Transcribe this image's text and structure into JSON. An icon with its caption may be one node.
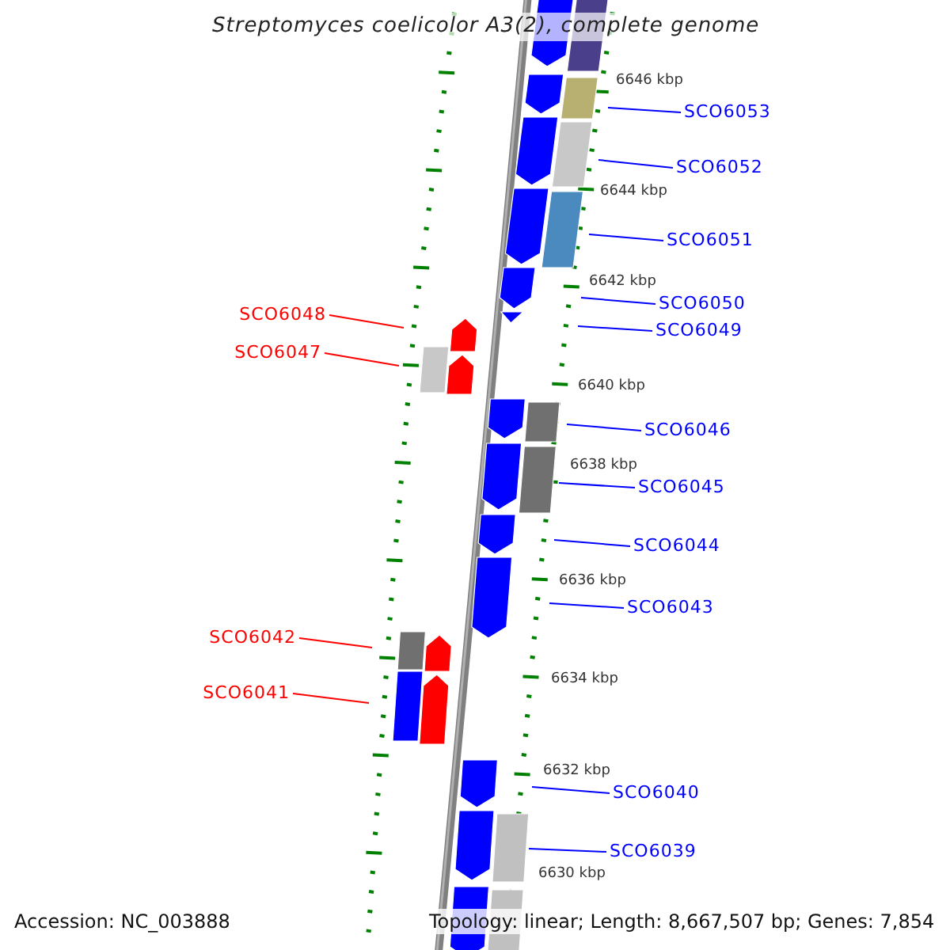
{
  "diagram": {
    "title": "Streptomyces coelicolor A3(2), complete genome",
    "nodes": [
      {
        "text": [
          "SCO6053"
        ]
      },
      {
        "text": [
          "SCO6052"
        ]
      },
      {
        "text": [
          "SCO6051"
        ]
      },
      {
        "text": [
          "SCO6050"
        ]
      },
      {
        "text": [
          "SCO6049"
        ]
      },
      {
        "text": [
          "SCO6048"
        ]
      },
      {
        "text": [
          "SCO6047"
        ]
      },
      {
        "text": [
          "SCO6046"
        ]
      },
      {
        "text": [
          "SCO6045"
        ]
      },
      {
        "text": [
          "SCO6044"
        ]
      },
      {
        "text": [
          "SCO6043"
        ]
      },
      {
        "text": [
          "SCO6042"
        ]
      },
      {
        "text": [
          "SCO6041"
        ]
      },
      {
        "text": [
          "SCO6040"
        ]
      },
      {
        "text": [
          "SCO6039"
        ]
      }
    ],
    "edges": [
      {
        "from": 0,
        "to": null,
        "arrow": "none"
      },
      {
        "from": 1,
        "to": null,
        "arrow": "none"
      },
      {
        "from": 2,
        "to": null,
        "arrow": "none"
      },
      {
        "from": 3,
        "to": null,
        "arrow": "none"
      },
      {
        "from": 4,
        "to": null,
        "arrow": "none"
      },
      {
        "from": 5,
        "to": null,
        "arrow": "none",
        "color": "#ff0000"
      },
      {
        "from": 6,
        "to": null,
        "arrow": "none",
        "color": "#ff0000"
      },
      {
        "from": 7,
        "to": null,
        "arrow": "none"
      },
      {
        "from": 8,
        "to": null,
        "arrow": "none"
      },
      {
        "from": 9,
        "to": null,
        "arrow": "none"
      },
      {
        "from": 10,
        "to": null,
        "arrow": "none"
      },
      {
        "from": 11,
        "to": null,
        "arrow": "none",
        "color": "#ff0000"
      },
      {
        "from": 12,
        "to": null,
        "arrow": "none",
        "color": "#ff0000"
      },
      {
        "from": 13,
        "to": null,
        "arrow": "none"
      },
      {
        "from": 14,
        "to": null,
        "arrow": "none"
      }
    ],
    "labels": [
      "6646 kbp",
      "6644 kbp",
      "6642 kbp",
      "6640 kbp",
      "6638 kbp",
      "6636 kbp",
      "6634 kbp",
      "6632 kbp",
      "6630 kbp",
      "Accession: NC_003888",
      "Topology: linear; Length: 8,667,507 bp; Genes: 7,854"
    ]
  }
}
